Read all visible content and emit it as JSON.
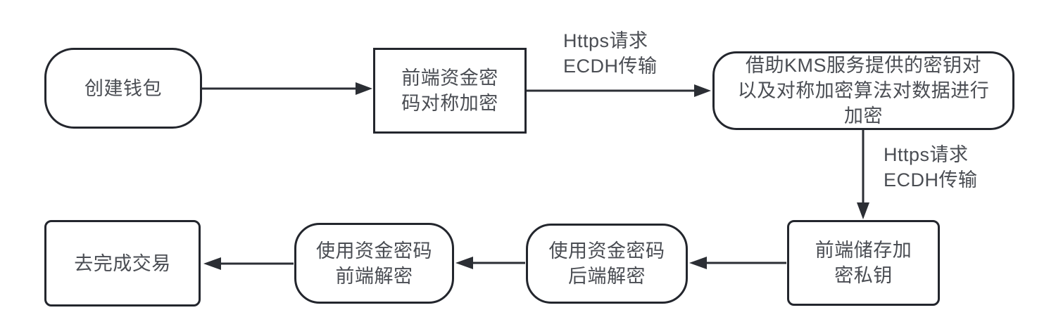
{
  "diagram": {
    "background": "#ffffff",
    "stroke_color": "#23262d",
    "text_color": "#4a4d53",
    "nodes": [
      {
        "id": "create-wallet",
        "shape": "stadium",
        "lines": [
          "创建钱包"
        ]
      },
      {
        "id": "frontend-fund-password-encrypt",
        "shape": "rectangle",
        "lines": [
          "前端资金密",
          "码对称加密"
        ]
      },
      {
        "id": "kms-symmetric-encrypt",
        "shape": "rounded",
        "lines": [
          "借助KMS服务提供的密钥对",
          "以及对称加密算法对数据进行",
          "加密"
        ]
      },
      {
        "id": "frontend-store-encrypted-key",
        "shape": "rounded-small",
        "lines": [
          "前端储存加",
          "密私钥"
        ]
      },
      {
        "id": "backend-decrypt-with-fund-password",
        "shape": "rounded",
        "lines": [
          "使用资金密码",
          "后端解密"
        ]
      },
      {
        "id": "frontend-decrypt-with-fund-password",
        "shape": "rounded",
        "lines": [
          "使用资金密码",
          "前端解密"
        ]
      },
      {
        "id": "complete-trade",
        "shape": "rounded-small",
        "lines": [
          "去完成交易"
        ]
      }
    ],
    "edge_labels": [
      {
        "id": "https-ecdh-top",
        "lines": [
          "Https请求",
          "ECDH传输"
        ]
      },
      {
        "id": "https-ecdh-right",
        "lines": [
          "Https请求",
          "ECDH传输"
        ]
      }
    ]
  }
}
